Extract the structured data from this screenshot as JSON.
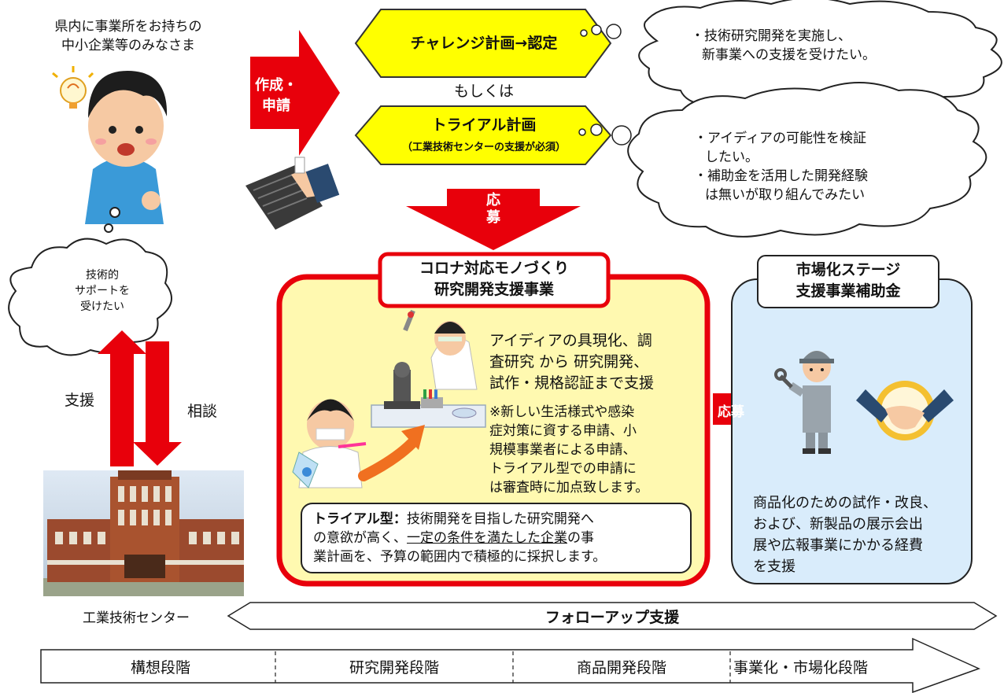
{
  "target": {
    "line1": "県内に事業所をお持ちの",
    "line2": "中小企業等のみなさま"
  },
  "apply_arrow": {
    "line1": "作成・",
    "line2": "申請"
  },
  "challenge_plan": "チャレンジ計画→認定",
  "or_text": "もしくは",
  "trial_plan": {
    "title": "トライアル計画",
    "note": "（工業技術センターの支援が必須）"
  },
  "thought_bubble_1": {
    "line1": "・技術研究開発を実施し、",
    "line2": "新事業への支援を受けたい。"
  },
  "thought_bubble_2": {
    "line1": "・アイディアの可能性を検証",
    "line2": "したい。",
    "line3": "・補助金を活用した開発経験",
    "line4": "は無いが取り組んでみたい"
  },
  "apply_down": {
    "c1": "応",
    "c2": "募"
  },
  "support_bubble": {
    "line1": "技術的",
    "line2": "サポートを",
    "line3": "受けたい"
  },
  "support_label": "支援",
  "consult_label": "相談",
  "main_program": {
    "title1": "コロナ対応モノづくり",
    "title2": "研究開発支援事業",
    "desc1": "アイディアの具現化、調",
    "desc2": "査研究 から 研究開発、",
    "desc3": "試作・規格認証まで支援",
    "note1": "※新しい生活様式や感染",
    "note2": "症対策に資する申請、小",
    "note3": "規模事業者による申請、",
    "note4": "トライアル型での申請に",
    "note5": "は審査時に加点致します。",
    "trial_head": "トライアル型：",
    "trial1": "技術開発を目指した研究開発へ",
    "trial2a": "の意欲が高く、",
    "trial2b": "一定の条件を満たした企業",
    "trial2c": "の事",
    "trial3": "業計画を、予算の範囲内で積極的に採択します。"
  },
  "apply_right": "応募",
  "market_program": {
    "title1": "市場化ステージ",
    "title2": "支援事業補助金",
    "desc1": "商品化のための試作・改良、",
    "desc2": "および、新製品の展示会出",
    "desc3": "展や広報事業にかかる経費",
    "desc4": "を支援"
  },
  "center_label": "工業技術センター",
  "follow_up": "フォローアップ支援",
  "stages": [
    "構想段階",
    "研究開発段階",
    "商品開発段階",
    "事業化・市場化段階"
  ],
  "colors": {
    "red": "#e8000b",
    "yellow": "#ffff00",
    "pale_yellow": "#fff9b0",
    "pale_blue": "#d9ecfb",
    "orange": "#f07020"
  }
}
